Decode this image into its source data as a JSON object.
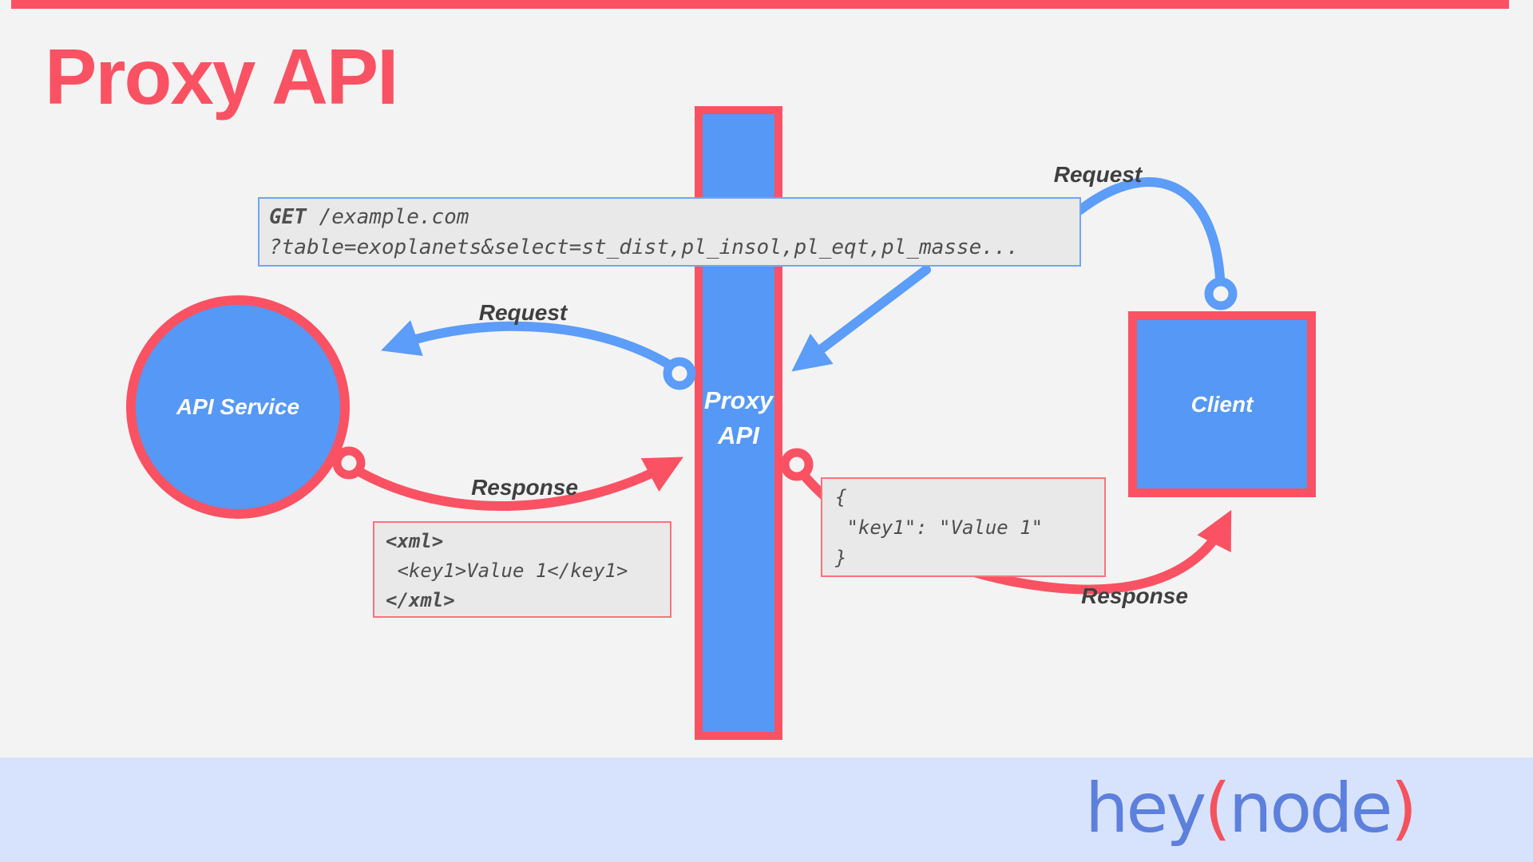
{
  "title": "Proxy API",
  "nodes": {
    "api_service": {
      "label": "API Service"
    },
    "proxy": {
      "line1": "Proxy",
      "line2": "API"
    },
    "client": {
      "label": "Client"
    }
  },
  "labels": {
    "request_mid": "Request",
    "request_top": "Request",
    "response_left": "Response",
    "response_right": "Response"
  },
  "code": {
    "get": {
      "keyword": "GET",
      "path": " /example.com",
      "query": "?table=exoplanets&select=st_dist,pl_insol,pl_eqt,pl_masse..."
    },
    "xml": {
      "lines": [
        "<xml>",
        " <key1>Value 1</key1>",
        "</xml>"
      ]
    },
    "json": {
      "lines": [
        "{",
        " \"key1\": \"Value 1\"",
        "}"
      ]
    }
  },
  "logo": {
    "hey": "hey",
    "open": "(",
    "node": "node",
    "close": ")"
  },
  "colors": {
    "accent_red": "#fa5263",
    "shape_blue": "#5598f6",
    "arrow_blue": "#5b9df8",
    "band_blue": "#d7e3fc",
    "logo_blue": "#5d80dd",
    "logo_red": "#f5525f",
    "background": "#f4f3f3",
    "code_box_bg": "#e9e9e9"
  }
}
